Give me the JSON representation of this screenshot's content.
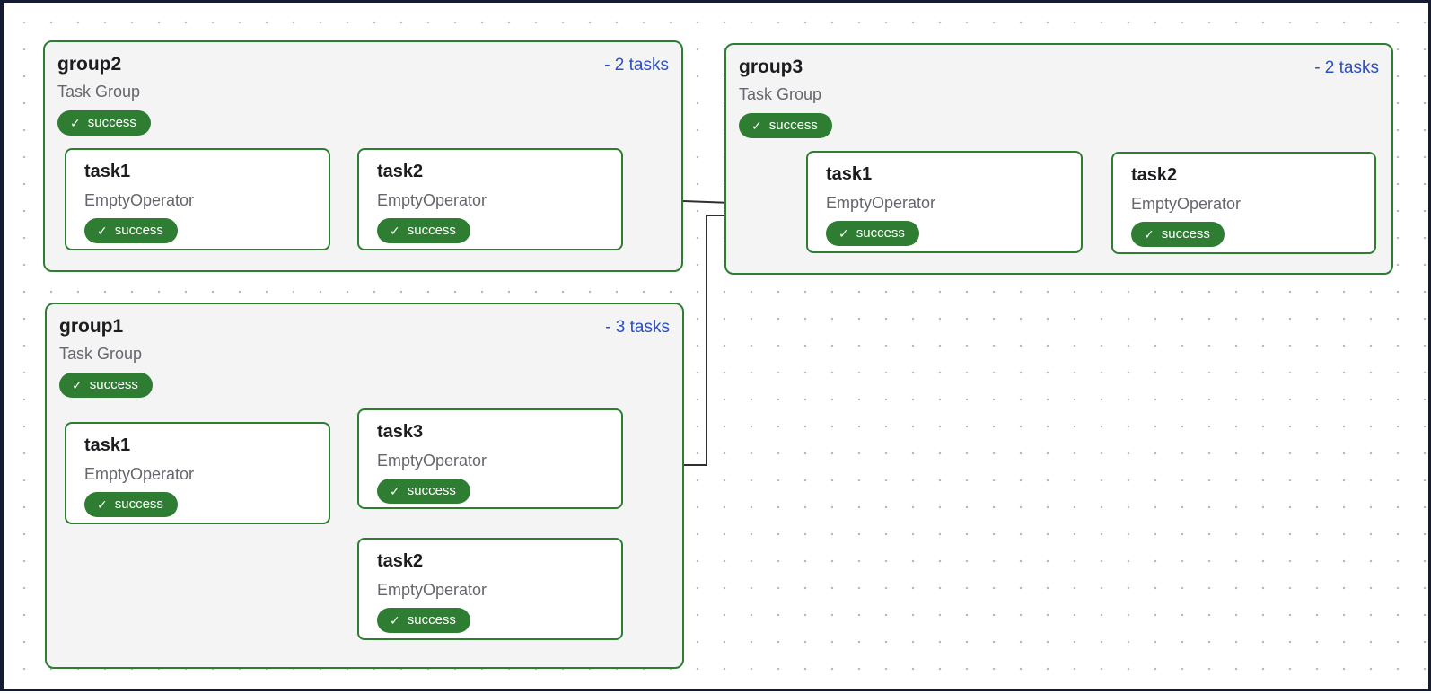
{
  "colors": {
    "group_border_green": "#2e7d32",
    "badge_green": "#2e7d32",
    "link_blue": "#2b4fc2",
    "edge_gray": "#2f2f2f",
    "group_bg": "#f4f4f4",
    "frame_navy": "#141b33"
  },
  "groups": [
    {
      "title": "group2",
      "subtitle": "Task Group",
      "status": "success",
      "collapse_label": "- 2 tasks",
      "tasks": [
        {
          "title": "task1",
          "subtitle": "EmptyOperator",
          "status": "success"
        },
        {
          "title": "task2",
          "subtitle": "EmptyOperator",
          "status": "success"
        }
      ]
    },
    {
      "title": "group3",
      "subtitle": "Task Group",
      "status": "success",
      "collapse_label": "- 2 tasks",
      "tasks": [
        {
          "title": "task1",
          "subtitle": "EmptyOperator",
          "status": "success"
        },
        {
          "title": "task2",
          "subtitle": "EmptyOperator",
          "status": "success"
        }
      ]
    },
    {
      "title": "group1",
      "subtitle": "Task Group",
      "status": "success",
      "collapse_label": "- 3 tasks",
      "tasks": [
        {
          "title": "task1",
          "subtitle": "EmptyOperator",
          "status": "success"
        },
        {
          "title": "task3",
          "subtitle": "EmptyOperator",
          "status": "success"
        },
        {
          "title": "task2",
          "subtitle": "EmptyOperator",
          "status": "success"
        }
      ]
    }
  ],
  "icons": {
    "check": "✓"
  }
}
